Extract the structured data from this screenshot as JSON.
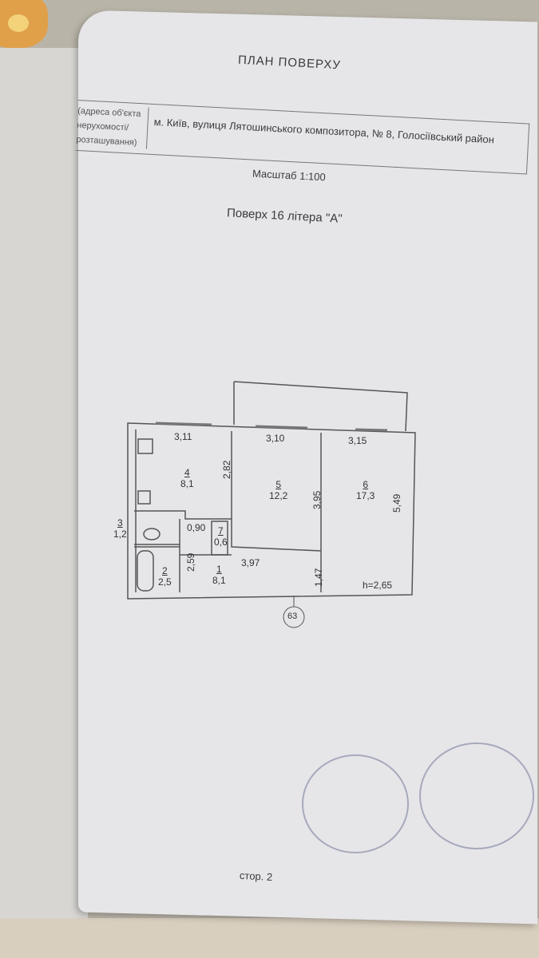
{
  "document": {
    "title": "ПЛАН ПОВЕРХУ",
    "address_label": "(адреса об'єкта нерухомості/розташування)",
    "address": "м. Київ, вулиця Лятошинського композитора, № 8, Голосіївський район",
    "scale": "Масштаб 1:100",
    "floor": "Поверх 16 літера \"А\"",
    "page_number": "стор. 2"
  },
  "plan": {
    "rooms": [
      {
        "number": "1",
        "area": "8,1"
      },
      {
        "number": "2",
        "area": "2,5"
      },
      {
        "number": "3",
        "area": "1,2"
      },
      {
        "number": "4",
        "area": "8,1"
      },
      {
        "number": "5",
        "area": "12,2"
      },
      {
        "number": "6",
        "area": "17,3"
      },
      {
        "number": "7",
        "area": "0,6"
      }
    ],
    "dimensions": [
      "3,11",
      "3,10",
      "3,15",
      "2,82",
      "3,95",
      "5,49",
      "0,90",
      "2,59",
      "3,97",
      "1,47"
    ],
    "height": "h=2,65",
    "axis_marker": "63"
  }
}
